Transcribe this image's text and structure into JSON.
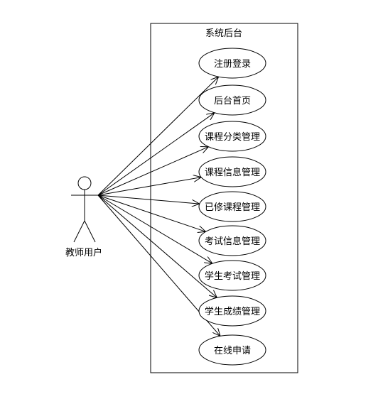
{
  "system_boundary": {
    "title": "系统后台"
  },
  "actor": {
    "name": "教师用户"
  },
  "use_cases": [
    "注册登录",
    "后台首页",
    "课程分类管理",
    "课程信息管理",
    "已修课程管理",
    "考试信息管理",
    "学生考试管理",
    "学生成绩管理",
    "在线申请"
  ],
  "colors": {
    "stroke": "#000000",
    "background": "#ffffff",
    "text": "#000000"
  }
}
